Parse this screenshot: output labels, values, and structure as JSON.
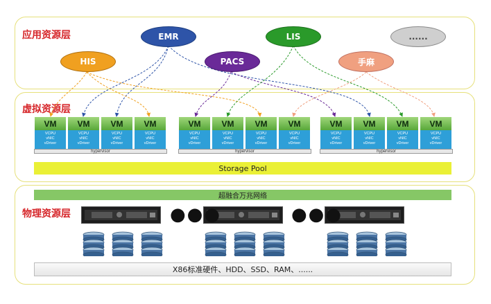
{
  "layers": {
    "app": {
      "title": "应用资源层"
    },
    "virtual": {
      "title": "虚拟资源层"
    },
    "physical": {
      "title": "物理资源层"
    }
  },
  "apps": [
    {
      "label": "EMR",
      "color": "#2e54a8"
    },
    {
      "label": "LIS",
      "color": "#2a9a2a"
    },
    {
      "label": "......",
      "color": "#cfcfcf"
    },
    {
      "label": "HIS",
      "color": "#f0a020"
    },
    {
      "label": "PACS",
      "color": "#6a2a98"
    },
    {
      "label": "手麻",
      "color": "#f0a080"
    }
  ],
  "vm": {
    "label": "VM",
    "lines": [
      "VCPU",
      "vNIC",
      "vDriver"
    ]
  },
  "hypervisor_label": "hypervisor",
  "storage_pool": "Storage Pool",
  "network": "超融合万兆网络",
  "hardware": "X86标准硬件、HDD、SSD、RAM、......"
}
